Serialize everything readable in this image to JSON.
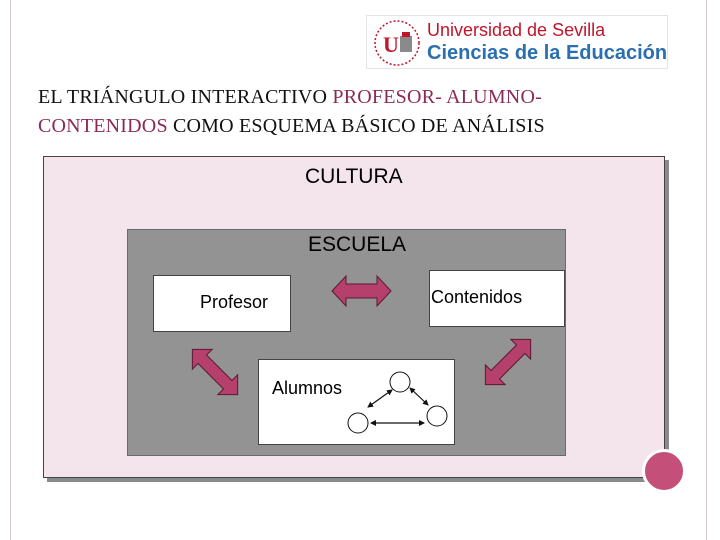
{
  "logo": {
    "line1": "Universidad de Sevilla",
    "line2": "Ciencias de la Educación"
  },
  "title": {
    "part1": "EL TRIÁNGULO INTERACTIVO ",
    "part2": "PROFESOR- ALUMNO-",
    "part3": "CONTENIDOS",
    "part4": " COMO ESQUEMA BÁSICO DE ANÁLISIS"
  },
  "diagram": {
    "outer_label": "CULTURA",
    "inner_label": "ESCUELA",
    "node_profesor": "Profesor",
    "node_contenidos": "Contenidos",
    "node_alumnos": "Alumnos"
  },
  "colors": {
    "accent": "#8c2a56",
    "arrow_fill": "#b5406c",
    "cultura_bg": "#f4e4ec",
    "escuela_bg": "#939393"
  }
}
